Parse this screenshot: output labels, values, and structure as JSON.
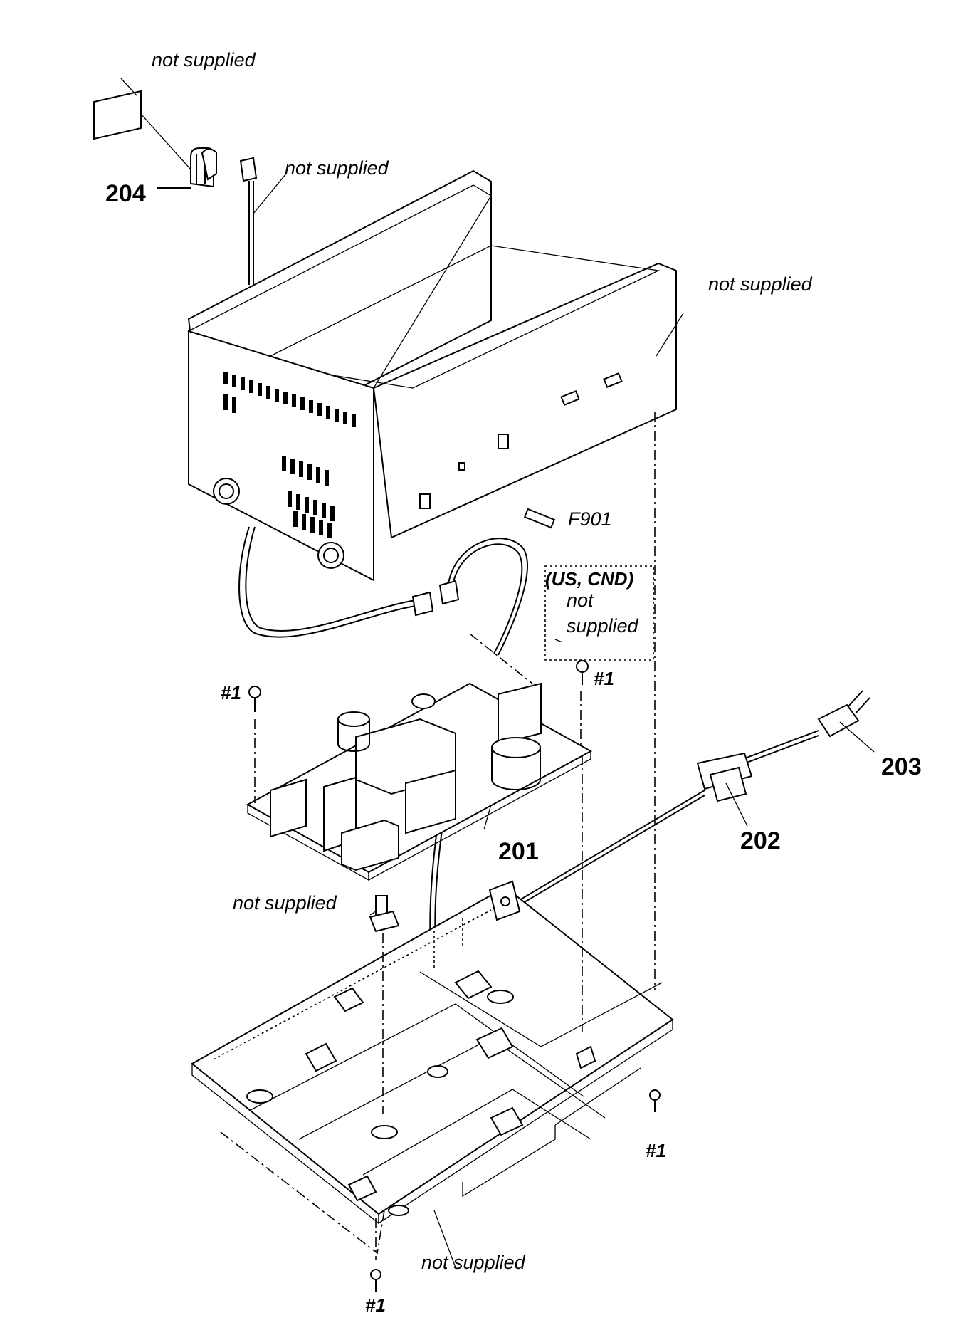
{
  "labels": {
    "not_supplied_top": "not supplied",
    "not_supplied_harness": "not supplied",
    "not_supplied_chassis": "not supplied",
    "not_supplied_bracket": "not supplied",
    "not_supplied_bottom": "not supplied",
    "us_cnd": "(US, CND)",
    "not_word": "not",
    "supplied_word": "supplied",
    "fuse": "F901",
    "screw_1a": "#1",
    "screw_1b": "#1",
    "screw_1c": "#1",
    "screw_1d": "#1"
  },
  "parts": {
    "p201": "201",
    "p202": "202",
    "p203": "203",
    "p204": "204"
  }
}
